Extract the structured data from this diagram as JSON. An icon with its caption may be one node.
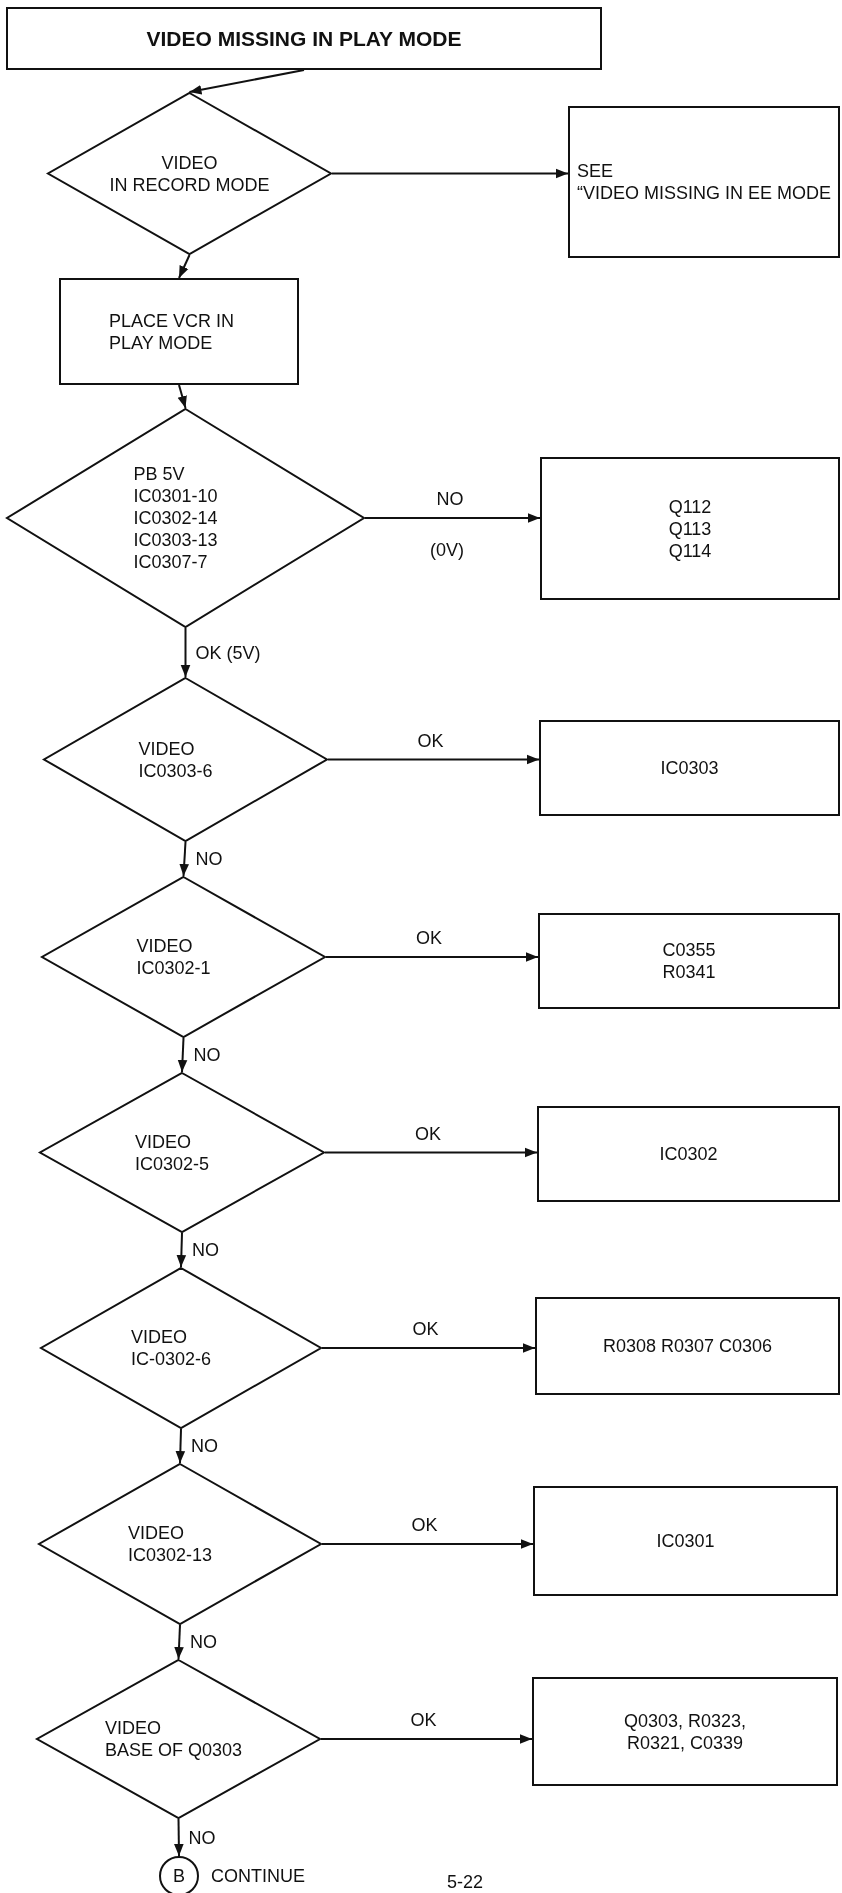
{
  "diagram": {
    "nodes": [
      {
        "text": [
          "VIDEO MISSING IN PLAY MODE"
        ]
      },
      {
        "text": [
          "VIDEO",
          "IN RECORD MODE"
        ]
      },
      {
        "text": [
          "SEE",
          "“VIDEO MISSING IN EE MODE"
        ]
      },
      {
        "text": [
          "PLACE VCR IN PLAY MODE"
        ]
      },
      {
        "text": [
          "PB 5V",
          "IC0301-10",
          "IC0302-14",
          "IC0303-13",
          "IC0307-7"
        ]
      },
      {
        "text": [
          "Q112",
          "Q113",
          "Q114"
        ]
      },
      {
        "text": [
          "VIDEO",
          "IC0303-6"
        ]
      },
      {
        "text": [
          "IC0303"
        ]
      },
      {
        "text": [
          "VIDEO",
          "IC0302-1"
        ]
      },
      {
        "text": [
          "C0355",
          "R0341"
        ]
      },
      {
        "text": [
          "VIDEO",
          "IC0302-5"
        ]
      },
      {
        "text": [
          "IC0302"
        ]
      },
      {
        "text": [
          "VIDEO",
          "IC-0302-6"
        ]
      },
      {
        "text": [
          "R0308 R0307 C0306"
        ]
      },
      {
        "text": [
          "VIDEO",
          "IC0302-13"
        ]
      },
      {
        "text": [
          "IC0301"
        ]
      },
      {
        "text": [
          "VIDEO",
          "BASE OF Q0303"
        ]
      },
      {
        "text": [
          "Q0303, R0323, R0321, C0339"
        ]
      },
      {
        "text": [
          "B"
        ],
        "beside": [
          "CONTINUE"
        ]
      }
    ],
    "edges": [
      {
        "from": 0,
        "to": 1,
        "arrow": "to"
      },
      {
        "from": 1,
        "to": 2,
        "arrow": "to"
      },
      {
        "from": 1,
        "to": 3,
        "arrow": "to"
      },
      {
        "from": 3,
        "to": 4,
        "arrow": "to"
      },
      {
        "from": 4,
        "to": 5,
        "arrow": "to",
        "label": "NO"
      },
      {
        "from": 4,
        "to": 6,
        "arrow": "to",
        "label": "OK (5V)"
      },
      {
        "from": 6,
        "to": 7,
        "arrow": "to",
        "label": "OK"
      },
      {
        "from": 6,
        "to": 8,
        "arrow": "to",
        "label": "NO"
      },
      {
        "from": 8,
        "to": 9,
        "arrow": "to",
        "label": "OK"
      },
      {
        "from": 8,
        "to": 10,
        "arrow": "to",
        "label": "NO"
      },
      {
        "from": 10,
        "to": 11,
        "arrow": "to",
        "label": "OK"
      },
      {
        "from": 10,
        "to": 12,
        "arrow": "to",
        "label": "NO"
      },
      {
        "from": 12,
        "to": 13,
        "arrow": "to",
        "label": "OK"
      },
      {
        "from": 12,
        "to": 14,
        "arrow": "to",
        "label": "NO"
      },
      {
        "from": 14,
        "to": 15,
        "arrow": "to",
        "label": "OK"
      },
      {
        "from": 14,
        "to": 16,
        "arrow": "to",
        "label": "NO"
      },
      {
        "from": 16,
        "to": 17,
        "arrow": "to",
        "label": "OK"
      },
      {
        "from": 16,
        "to": 18,
        "arrow": "to",
        "label": "NO"
      }
    ],
    "labels": [
      "(0V)",
      "5-22"
    ]
  }
}
